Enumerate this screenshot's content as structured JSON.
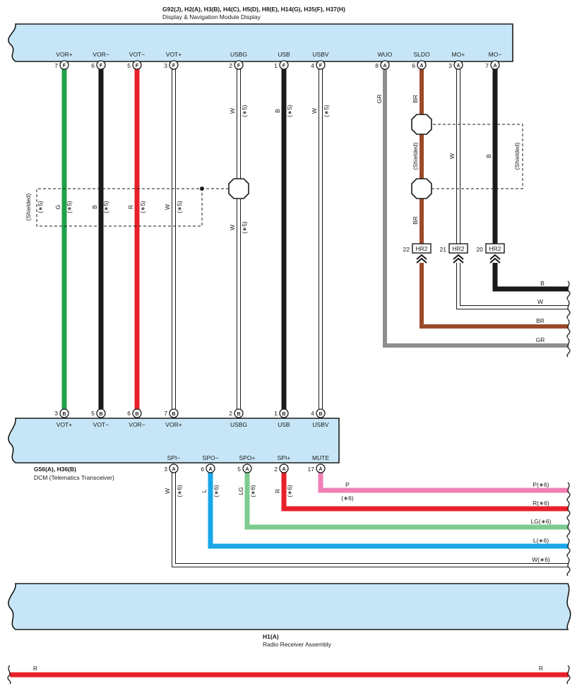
{
  "display_module": {
    "connectors": "G92(J), H2(A), H3(B), H4(C), H5(D), H8(E), H14(G), H35(F), H37(H)",
    "name": "Display & Navigation Module Display",
    "pins": [
      {
        "label": "VOR+",
        "num": "7",
        "conn": "F"
      },
      {
        "label": "VOR−",
        "num": "6",
        "conn": "F"
      },
      {
        "label": "VOT−",
        "num": "5",
        "conn": "F"
      },
      {
        "label": "VOT+",
        "num": "3",
        "conn": "F"
      },
      {
        "label": "USBG",
        "num": "2",
        "conn": "F"
      },
      {
        "label": "USB",
        "num": "1",
        "conn": "F"
      },
      {
        "label": "USBV",
        "num": "4",
        "conn": "F"
      },
      {
        "label": "WUO",
        "num": "8",
        "conn": "A"
      },
      {
        "label": "SLDO",
        "num": "6",
        "conn": "A"
      },
      {
        "label": "MO+",
        "num": "3",
        "conn": "A"
      },
      {
        "label": "MO−",
        "num": "7",
        "conn": "A"
      }
    ]
  },
  "dcm": {
    "connectors": "G56(A), H36(B)",
    "name": "DCM (Telematics Transceiver)",
    "top_pins": [
      {
        "label": "VOT+",
        "num": "3",
        "conn": "B"
      },
      {
        "label": "VOT−",
        "num": "5",
        "conn": "B"
      },
      {
        "label": "VOR−",
        "num": "6",
        "conn": "B"
      },
      {
        "label": "VOR+",
        "num": "7",
        "conn": "B"
      },
      {
        "label": "USBG",
        "num": "2",
        "conn": "B"
      },
      {
        "label": "USB",
        "num": "1",
        "conn": "B"
      },
      {
        "label": "USBV",
        "num": "4",
        "conn": "B"
      }
    ],
    "bottom_pins": [
      {
        "label": "SPI−",
        "num": "3",
        "conn": "A"
      },
      {
        "label": "SPO−",
        "num": "6",
        "conn": "A"
      },
      {
        "label": "SPO+",
        "num": "5",
        "conn": "A"
      },
      {
        "label": "SPI+",
        "num": "2",
        "conn": "A"
      },
      {
        "label": "MUTE",
        "num": "17",
        "conn": "A"
      }
    ]
  },
  "radio": {
    "connectors": "H1(A)",
    "name": "Radio Receiver Assembly"
  },
  "shielded_label": "(Shielded)",
  "note5": "(∗5)",
  "note6": "(∗6)",
  "video_wire_colors": [
    "G",
    "B",
    "R",
    "W"
  ],
  "usb_wire_colors": [
    "W",
    "B",
    "W"
  ],
  "wuo_color": "GR",
  "sldo_color": "BR",
  "mo_plus_color": "W",
  "mo_minus_color": "B",
  "junction": {
    "name": "HR2",
    "pins": [
      "22",
      "21",
      "20"
    ]
  },
  "right_exits": [
    "B",
    "W",
    "BR",
    "GR"
  ],
  "audio_wire_colors": [
    "W",
    "L",
    "LG",
    "R",
    "P"
  ],
  "audio_exits": [
    "P(∗6)",
    "R(∗6)",
    "LG(∗6)",
    "L(∗6)",
    "W(∗6)"
  ],
  "bottom_wire": {
    "left": "R",
    "right": "R"
  },
  "colors": {
    "module_fill": "#c6e6f7",
    "green": "#1fa14a",
    "red": "#e8202a",
    "black": "#1a1a1a",
    "brown": "#9a4a2a",
    "gray": "#8f8f93",
    "pink": "#ef7fb4",
    "light_green": "#7ccb8f",
    "blue": "#19a7e8"
  }
}
